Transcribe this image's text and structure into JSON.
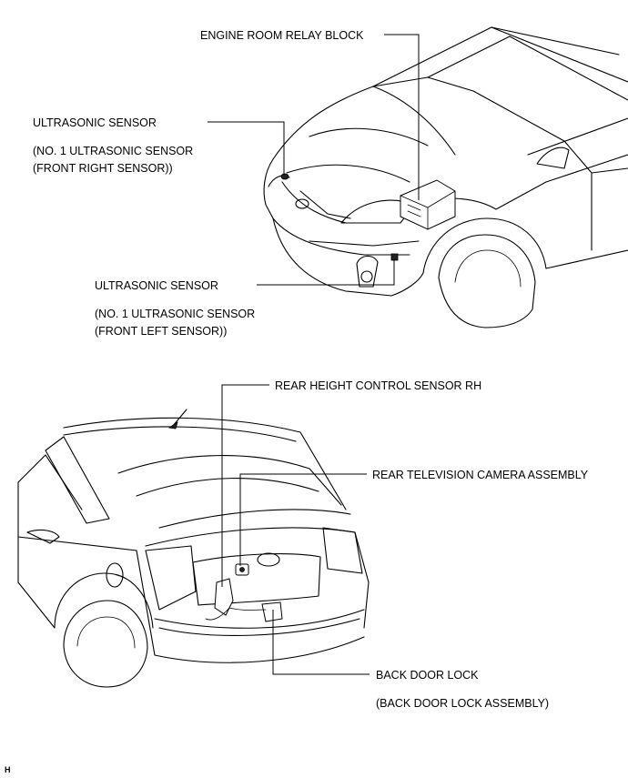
{
  "labels": {
    "engine_room_relay_block": "ENGINE ROOM RELAY BLOCK",
    "ultrasonic_sensor_right": "ULTRASONIC SENSOR",
    "ultrasonic_sensor_right_sub1": "(NO. 1 ULTRASONIC SENSOR",
    "ultrasonic_sensor_right_sub2": "(FRONT RIGHT SENSOR))",
    "ultrasonic_sensor_left": "ULTRASONIC SENSOR",
    "ultrasonic_sensor_left_sub1": "(NO. 1 ULTRASONIC SENSOR",
    "ultrasonic_sensor_left_sub2": "(FRONT LEFT SENSOR))",
    "rear_height_control_sensor": "REAR HEIGHT CONTROL SENSOR RH",
    "rear_television_camera": "REAR TELEVISION CAMERA ASSEMBLY",
    "back_door_lock": "BACK DOOR LOCK",
    "back_door_lock_sub": "(BACK DOOR LOCK ASSEMBLY)",
    "corner_mark": "H"
  }
}
